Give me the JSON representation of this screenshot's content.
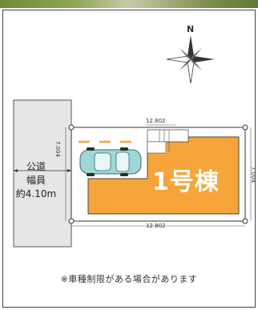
{
  "compass": {
    "north_label": "N",
    "icon": "compass-rose-icon"
  },
  "road": {
    "label_line1": "公道",
    "label_line2": "幅員",
    "label_line3": "約4.10m"
  },
  "lot": {
    "building_label": "1号棟",
    "dim_top": "12.802",
    "dim_bottom": "12.802",
    "dim_left": "7.004",
    "dim_right": "7.004"
  },
  "note": "※車種制限がある場合があります",
  "colors": {
    "building": "#f5a53a",
    "road": "#e6e6e6",
    "car": "#9fd6d6"
  }
}
